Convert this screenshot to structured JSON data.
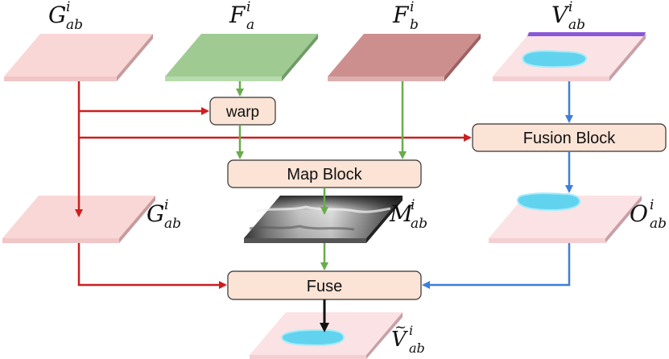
{
  "top_row": [
    {
      "id": "g_ab",
      "base": "G",
      "sup": "i",
      "sub": "ab",
      "color": "#f9d7d6"
    },
    {
      "id": "f_a",
      "base": "F",
      "sup": "i",
      "sub": "a",
      "color": "#9fcb92"
    },
    {
      "id": "f_b",
      "base": "F",
      "sup": "i",
      "sub": "b",
      "color": "#cd8f8e"
    },
    {
      "id": "v_ab",
      "base": "V",
      "sup": "i",
      "sub": "ab",
      "color": "#fbe2e4"
    }
  ],
  "middle_row": [
    {
      "id": "g_ab_out",
      "base": "G",
      "sup": "i",
      "sub": "ab"
    },
    {
      "id": "m_ab",
      "base": "M",
      "sup": "i",
      "sub": "ab"
    },
    {
      "id": "o_ab",
      "base": "O",
      "sup": "i",
      "sub": "ab"
    }
  ],
  "output": {
    "id": "v_tilde_ab",
    "base": "V",
    "tilde": "~",
    "sup": "i",
    "sub": "ab"
  },
  "blocks": {
    "warp": "warp",
    "fusion": "Fusion Block",
    "map": "Map Block",
    "fuse": "Fuse"
  },
  "colors": {
    "red_arrow": "#cc1f1f",
    "green_arrow": "#6aab4c",
    "blue_arrow": "#3e7fd8",
    "black_arrow": "#111111",
    "block_fill": "#fbe3d6",
    "block_stroke": "#333333",
    "water": "#62d3ef"
  }
}
